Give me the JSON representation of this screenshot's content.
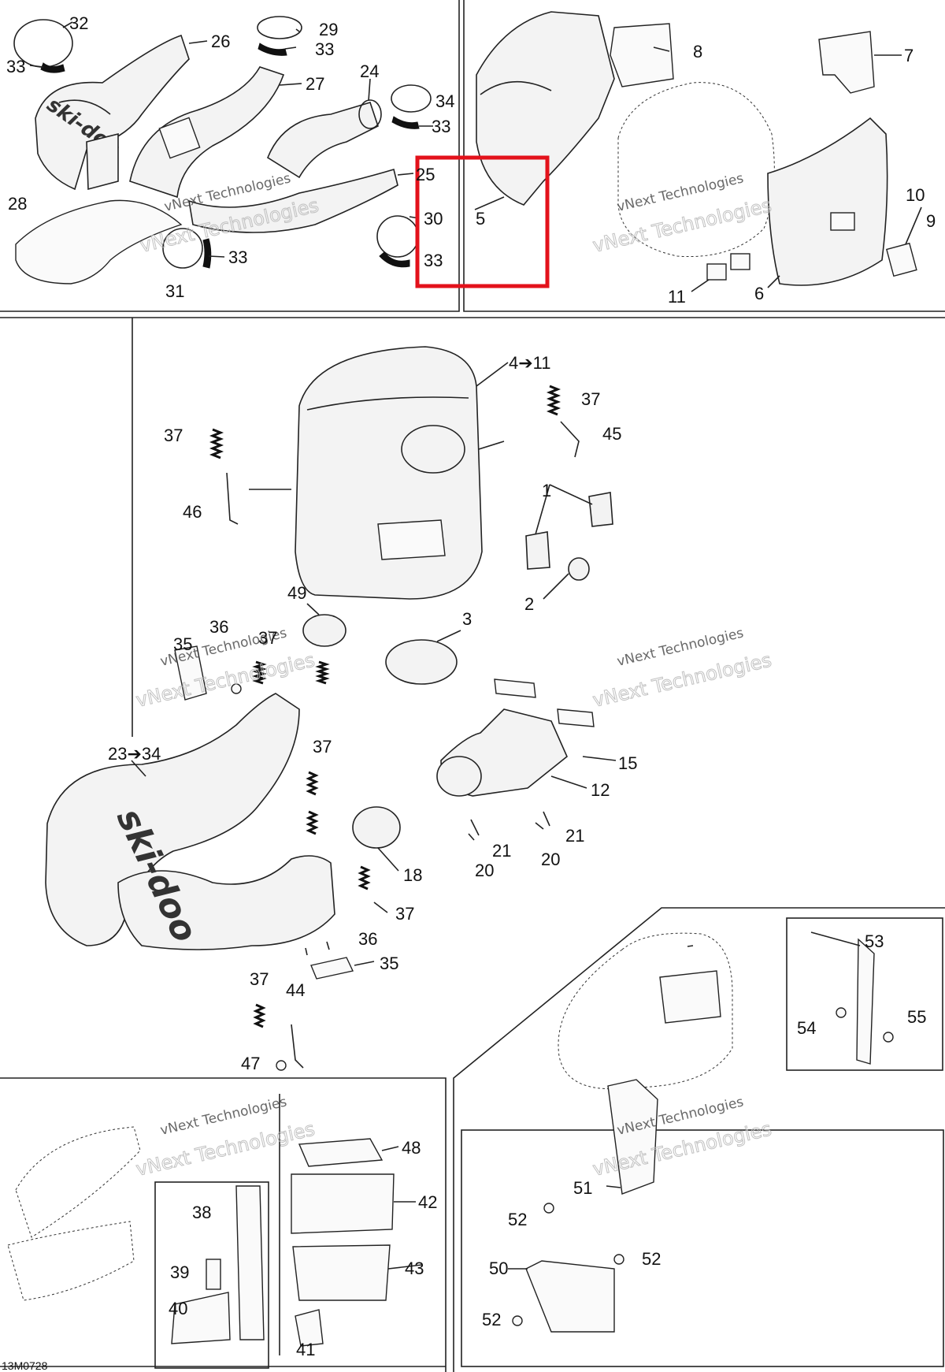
{
  "brand_mark": "ski-doo",
  "watermark": {
    "line1": "vNext Technologies",
    "line2": "vNext Technologies"
  },
  "drawing_code": "13M0728",
  "highlight_color": "#e3121b",
  "labels": {
    "l32": "32",
    "l33a": "33",
    "l26": "26",
    "l29": "29",
    "l33b": "33",
    "l27": "27",
    "l24": "24",
    "l34": "34",
    "l33c": "33",
    "l25": "25",
    "l30": "30",
    "l33d": "33",
    "l28": "28",
    "l33e": "33",
    "l31": "31",
    "l5": "5",
    "l8": "8",
    "l7": "7",
    "l10": "10",
    "l9": "9",
    "l11": "11",
    "l6": "6",
    "l4to11": "4➔11",
    "l37a": "37",
    "l37b": "37",
    "l45": "45",
    "l46": "46",
    "l1": "1",
    "l2": "2",
    "l49": "49",
    "l3": "3",
    "l36a": "36",
    "l35a": "35",
    "l37c": "37",
    "l37d": "37",
    "l23to34": "23➔34",
    "l15": "15",
    "l12": "12",
    "l21a": "21",
    "l21b": "21",
    "l20a": "20",
    "l20b": "20",
    "l18": "18",
    "l37e": "37",
    "l36b": "36",
    "l35b": "35",
    "l37f": "37",
    "l44": "44",
    "l47": "47",
    "l53": "53",
    "l54": "54",
    "l55": "55",
    "l48": "48",
    "l42": "42",
    "l38": "38",
    "l43": "43",
    "l39": "39",
    "l40": "40",
    "l41": "41",
    "l51": "51",
    "l52a": "52",
    "l50": "50",
    "l52b": "52",
    "l52c": "52"
  }
}
